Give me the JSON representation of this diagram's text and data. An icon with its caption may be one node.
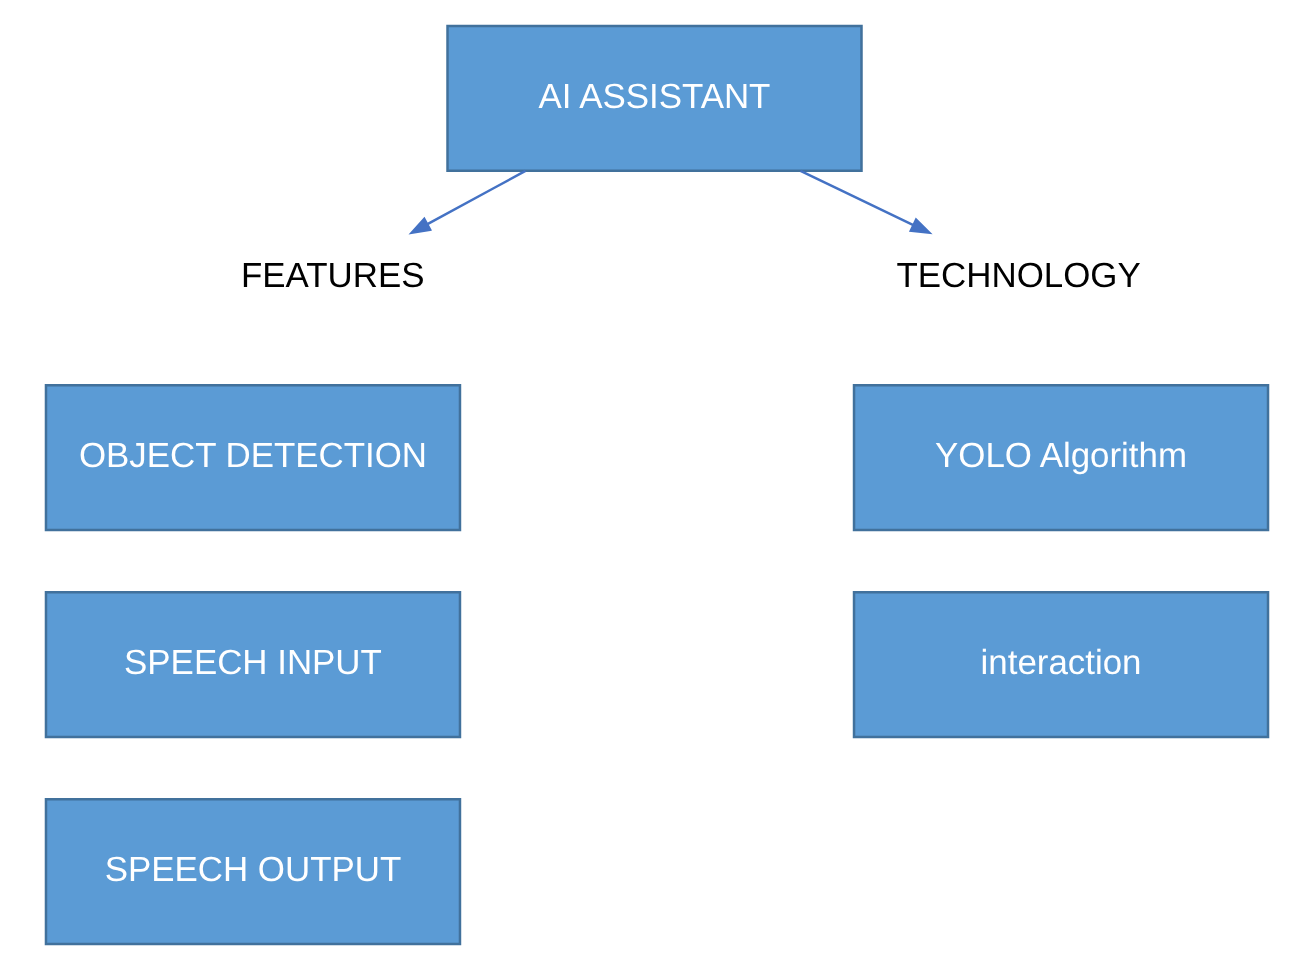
{
  "diagram": {
    "nodes": [
      {
        "text": [
          "AI ASSISTANT"
        ]
      },
      {
        "text": [
          "FEATURES"
        ]
      },
      {
        "text": [
          "TECHNOLOGY"
        ]
      },
      {
        "text": [
          "OBJECT DETECTION"
        ]
      },
      {
        "text": [
          "SPEECH INPUT"
        ]
      },
      {
        "text": [
          "SPEECH OUTPUT"
        ]
      },
      {
        "text": [
          "YOLO Algorithm"
        ]
      },
      {
        "text": [
          "interaction"
        ]
      }
    ],
    "edges": [
      {
        "from": 0,
        "to": 1,
        "arrow": "to"
      },
      {
        "from": 0,
        "to": 2,
        "arrow": "to"
      }
    ]
  }
}
